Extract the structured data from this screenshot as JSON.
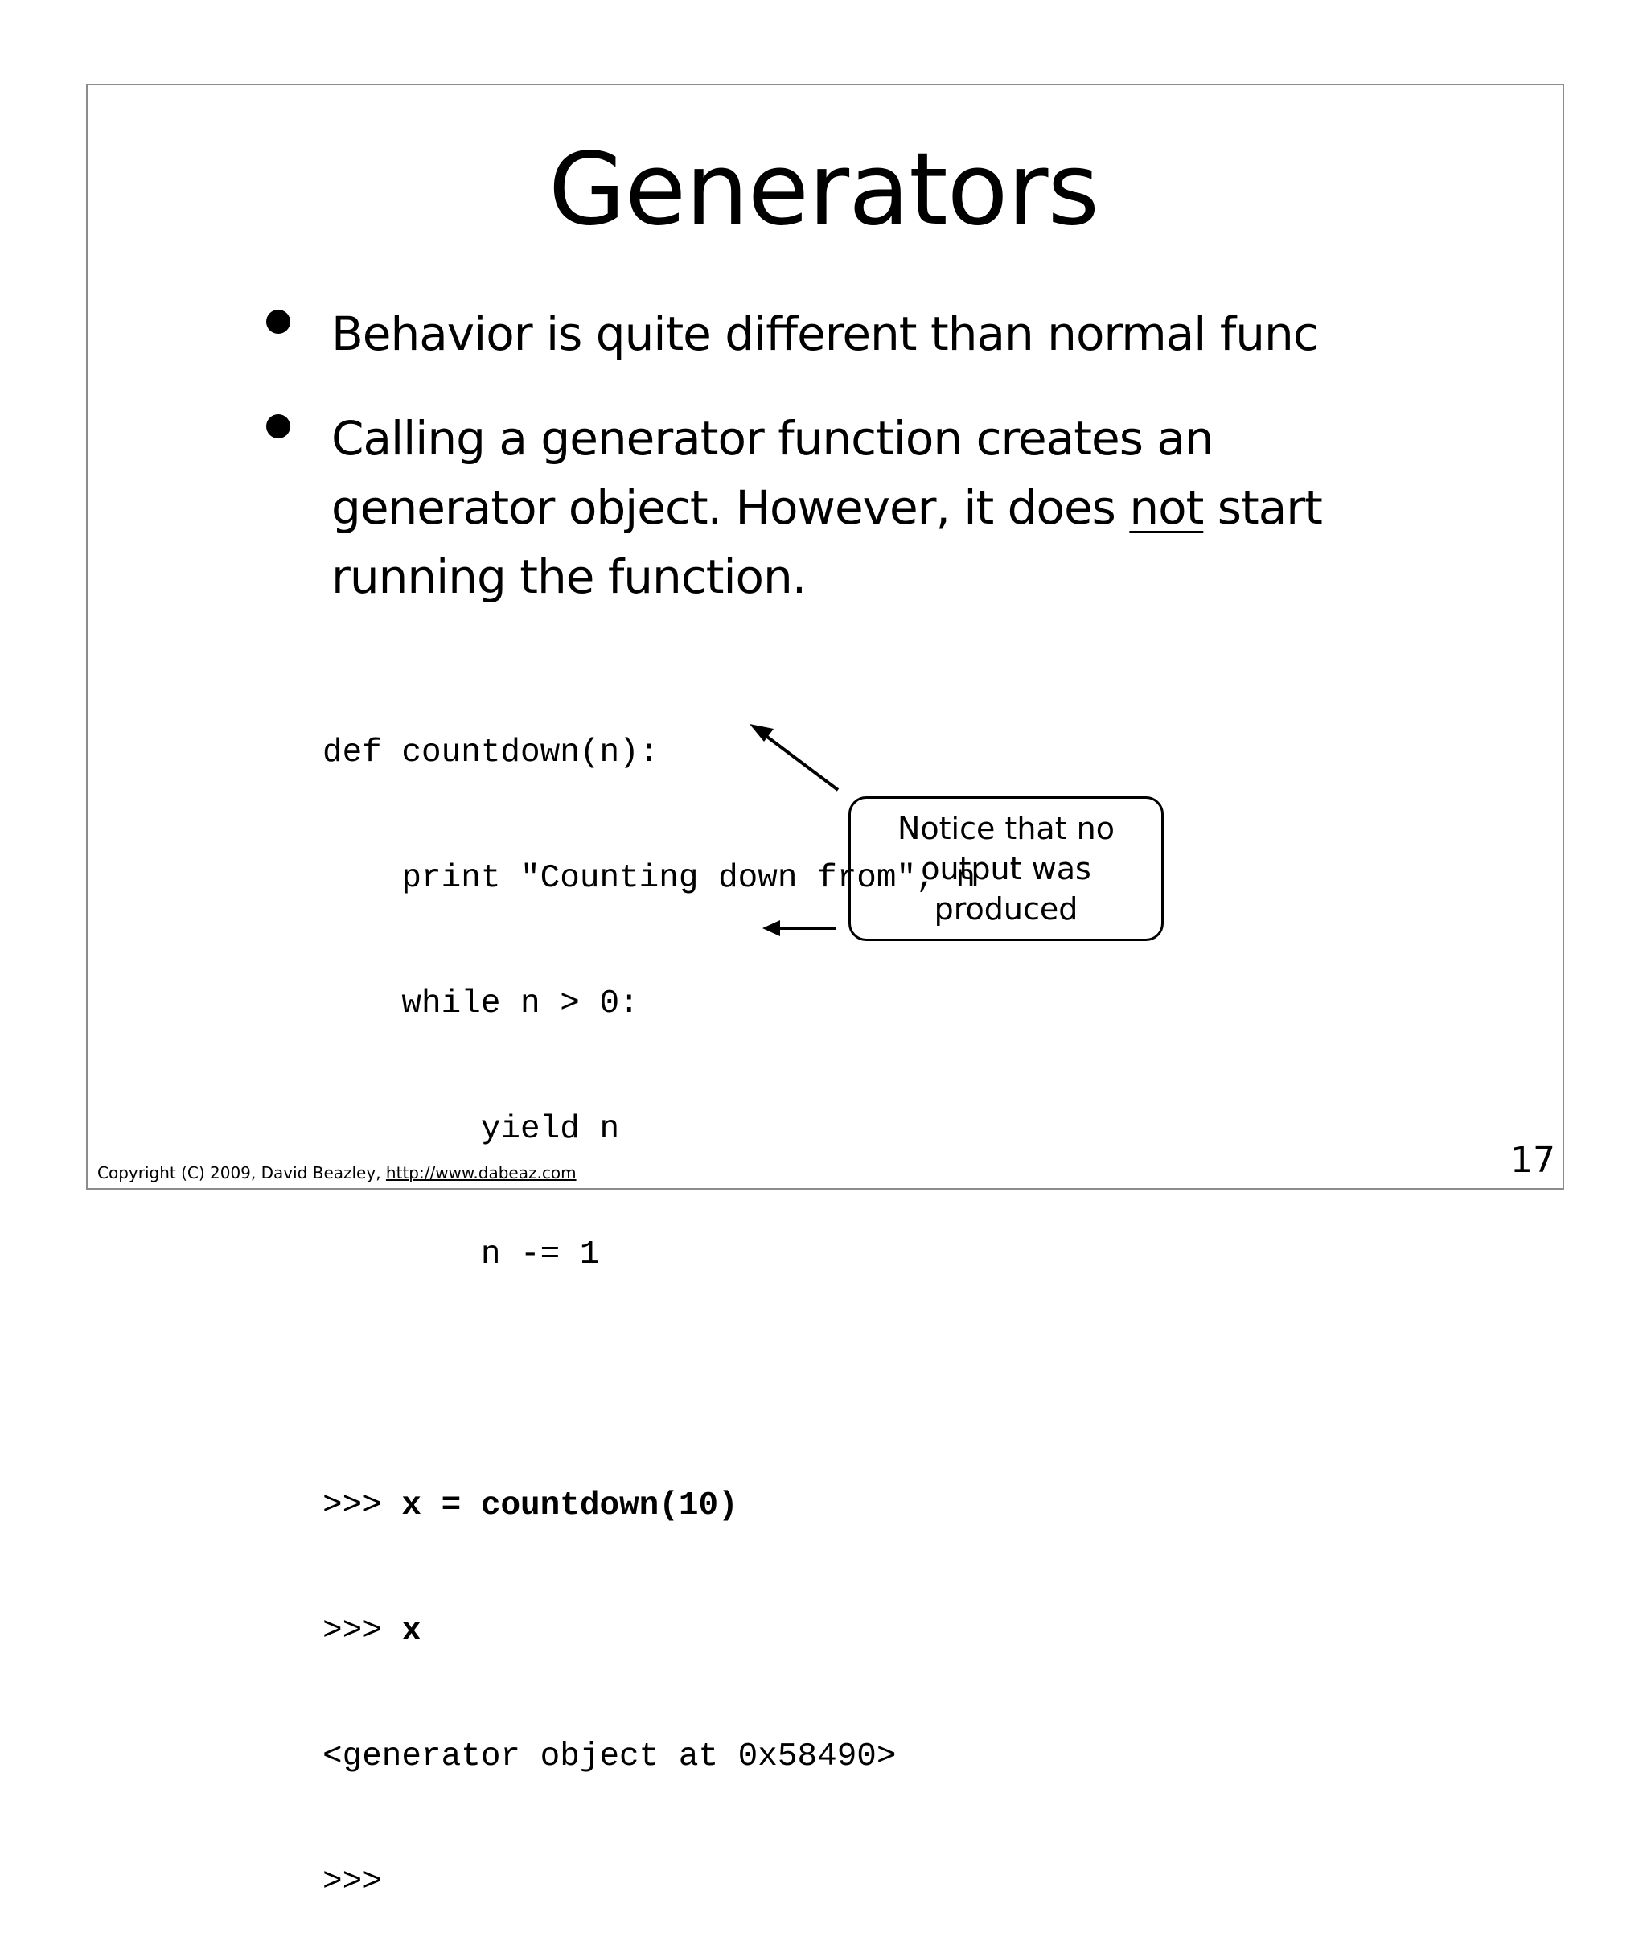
{
  "slide": {
    "title": "Generators",
    "bullets": [
      {
        "text": "Behavior is quite different than normal func"
      },
      {
        "lines": [
          "Calling a generator function creates an",
          "generator object.  However, it does ",
          "not",
          " start",
          "running the function."
        ]
      }
    ],
    "code": [
      "def countdown(n):",
      "    print \"Counting down from\", n",
      "    while n > 0:",
      "        yield n",
      "        n -= 1",
      "",
      {
        "prompt": ">>> ",
        "input": "x = countdown(10)"
      },
      {
        "prompt": ">>> ",
        "input": "x"
      },
      "<generator object at 0x58490>",
      ">>>"
    ],
    "callout": "Notice that no output was produced",
    "footer": {
      "copyright": "Copyright (C) 2009,  David Beazley, ",
      "url": "http://www.dabeaz.com"
    },
    "page_number": "17"
  }
}
